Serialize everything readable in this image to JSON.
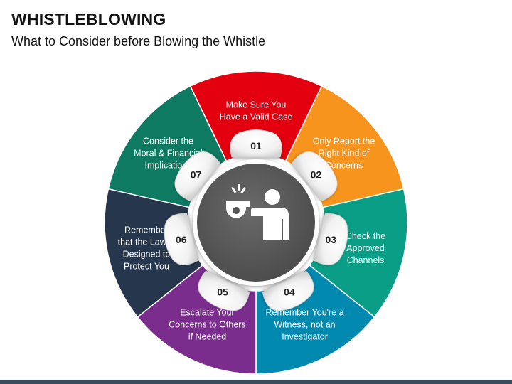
{
  "header": {
    "title": "WHISTLEBLOWING",
    "subtitle": "What to Consider before Blowing the Whistle"
  },
  "segments": [
    {
      "number": "01",
      "color": "#e3000f",
      "lines": [
        "Make Sure You",
        "Have a Valid Case"
      ]
    },
    {
      "number": "02",
      "color": "#f7941d",
      "lines": [
        "Only Report the",
        "Right Kind of",
        "Concerns"
      ]
    },
    {
      "number": "03",
      "color": "#0a9e86",
      "lines": [
        "Check the",
        "Approved",
        "Channels"
      ]
    },
    {
      "number": "04",
      "color": "#0289b0",
      "lines": [
        "Remember You're a",
        "Witness, not an",
        "Investigator"
      ]
    },
    {
      "number": "05",
      "color": "#7b2d8e",
      "lines": [
        "Escalate Your",
        "Concerns to Others",
        "if Needed"
      ]
    },
    {
      "number": "06",
      "color": "#26364c",
      "lines": [
        "Remember",
        "that the Law is",
        "Designed to",
        "Protect You"
      ]
    },
    {
      "number": "07",
      "color": "#0d7a61",
      "lines": [
        "Consider the",
        "Moral & Financial",
        "Implications"
      ]
    }
  ],
  "center": {
    "color": "#555555",
    "icon": "whistleblower-icon"
  }
}
